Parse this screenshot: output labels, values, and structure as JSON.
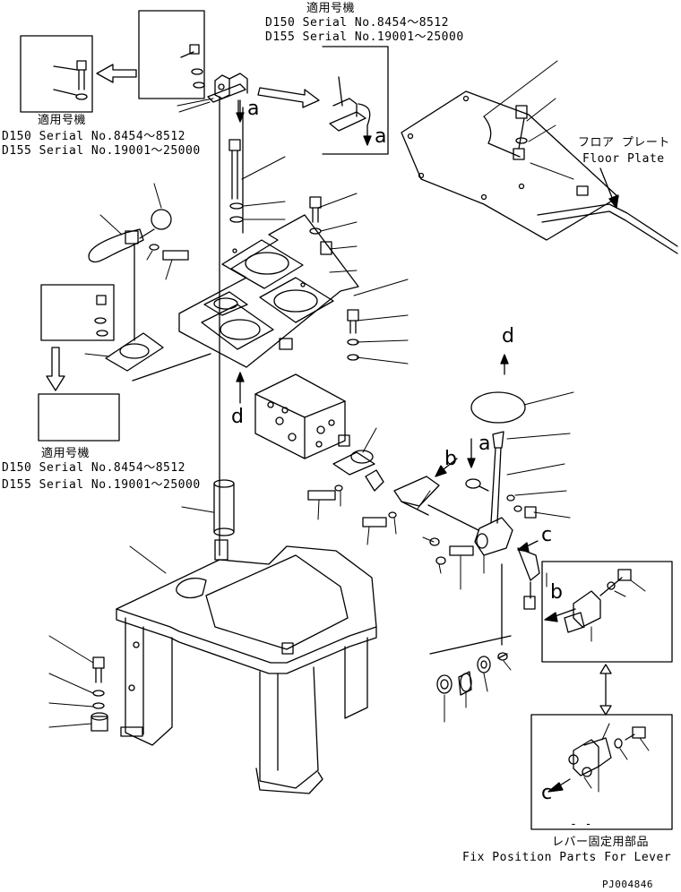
{
  "serial_top": {
    "title": "適用号機",
    "line1": "D150 Serial No.8454～8512",
    "line2": "D155 Serial No.19001～25000"
  },
  "serial_left": {
    "title": "適用号機",
    "line1": "D150 Serial No.8454～8512",
    "line2": "D155 Serial No.19001～25000"
  },
  "serial_mid": {
    "title": "適用号機",
    "line1": "D150 Serial No.8454～8512",
    "line2": "D155 Serial No.19001～25000"
  },
  "floor_plate": {
    "jp": "フロア プレート",
    "en": "Floor Plate"
  },
  "fix_parts": {
    "jp": "レバー固定用部品",
    "en": "Fix Position Parts For Lever"
  },
  "arrow_labels": {
    "a1": "a",
    "a2": "a",
    "a3": "a",
    "b1": "b",
    "b2": "b",
    "c1": "c",
    "c2": "c",
    "d1": "d",
    "d2": "d"
  },
  "drawing_code": "PJ004846",
  "inset_dash": "- -"
}
